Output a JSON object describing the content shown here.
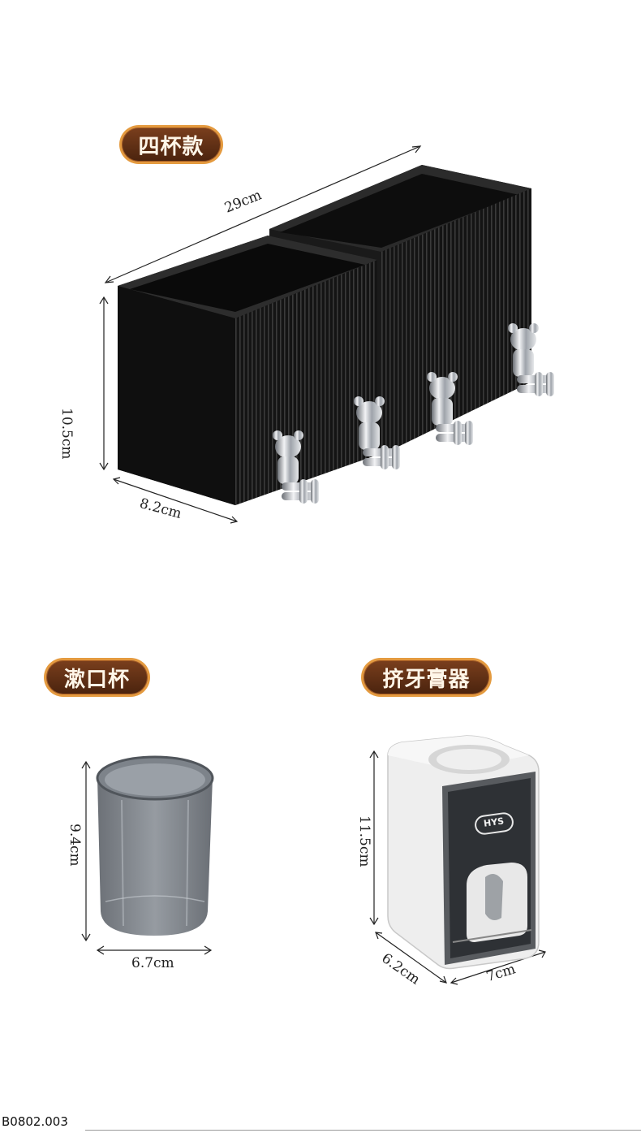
{
  "sections": {
    "holder": {
      "label": "四杯款",
      "dims": {
        "width": "29cm",
        "height": "10.5cm",
        "depth": "8.2cm"
      }
    },
    "cup": {
      "label": "漱口杯",
      "dims": {
        "height": "9.4cm",
        "width": "6.7cm"
      }
    },
    "dispenser": {
      "label": "挤牙膏器",
      "brand": "HYS",
      "dims": {
        "height": "11.5cm",
        "depth": "6.2cm",
        "width": "7cm"
      }
    }
  },
  "product_code": "B0802.003",
  "colors": {
    "badge": "#5c2d13",
    "badge_ring": "#e49a3f",
    "holder": "#111111",
    "chrome": "#c9ccd0"
  }
}
